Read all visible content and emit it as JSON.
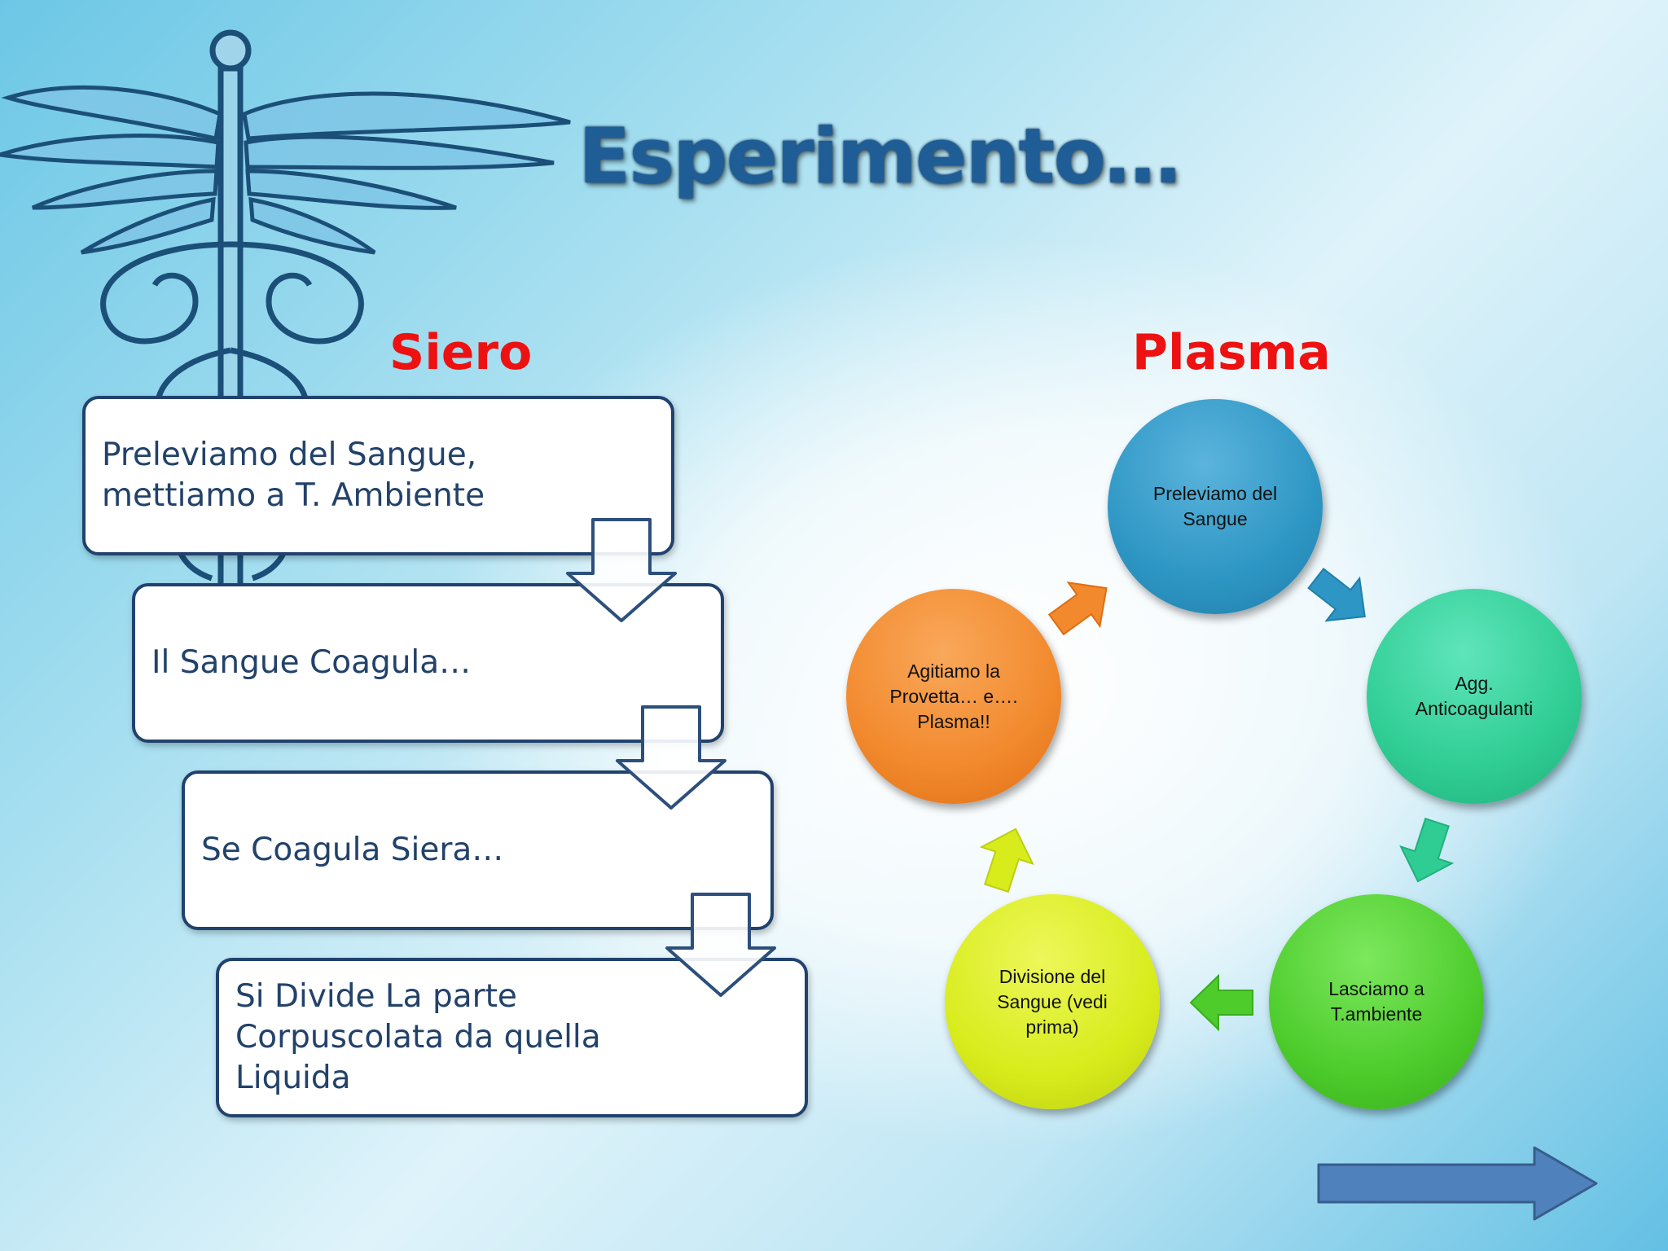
{
  "title": "Esperimento…",
  "siero": {
    "heading": "Siero",
    "steps": [
      "Preleviamo del Sangue,\nmettiamo a T. Ambiente",
      "Il Sangue Coagula…",
      "Se Coagula Siera…",
      "Si Divide La parte\nCorpuscolata da quella\nLiquida"
    ]
  },
  "plasma": {
    "heading": "Plasma",
    "cycle": [
      {
        "label": "Preleviamo del\nSangue",
        "color": "#2e96c4"
      },
      {
        "label": "Agg.\nAnticoagulanti",
        "color": "#2fcd94"
      },
      {
        "label": "Lasciamo a\nT.ambiente",
        "color": "#4dcc2c"
      },
      {
        "label": "Divisione del\nSangue  (vedi\nprima)",
        "color": "#d8ec1c"
      },
      {
        "label": "Agitiamo la\nProvetta… e….\nPlasma!!",
        "color": "#f2892d"
      }
    ]
  },
  "icons": {
    "background": "caduceus-icon",
    "navigation": "next-arrow-icon"
  },
  "colors": {
    "title": "#1f5d96",
    "heading": "#ee1111",
    "box_border": "#21426e",
    "box_text": "#22426a",
    "nav_arrow": "#4f81bd"
  }
}
